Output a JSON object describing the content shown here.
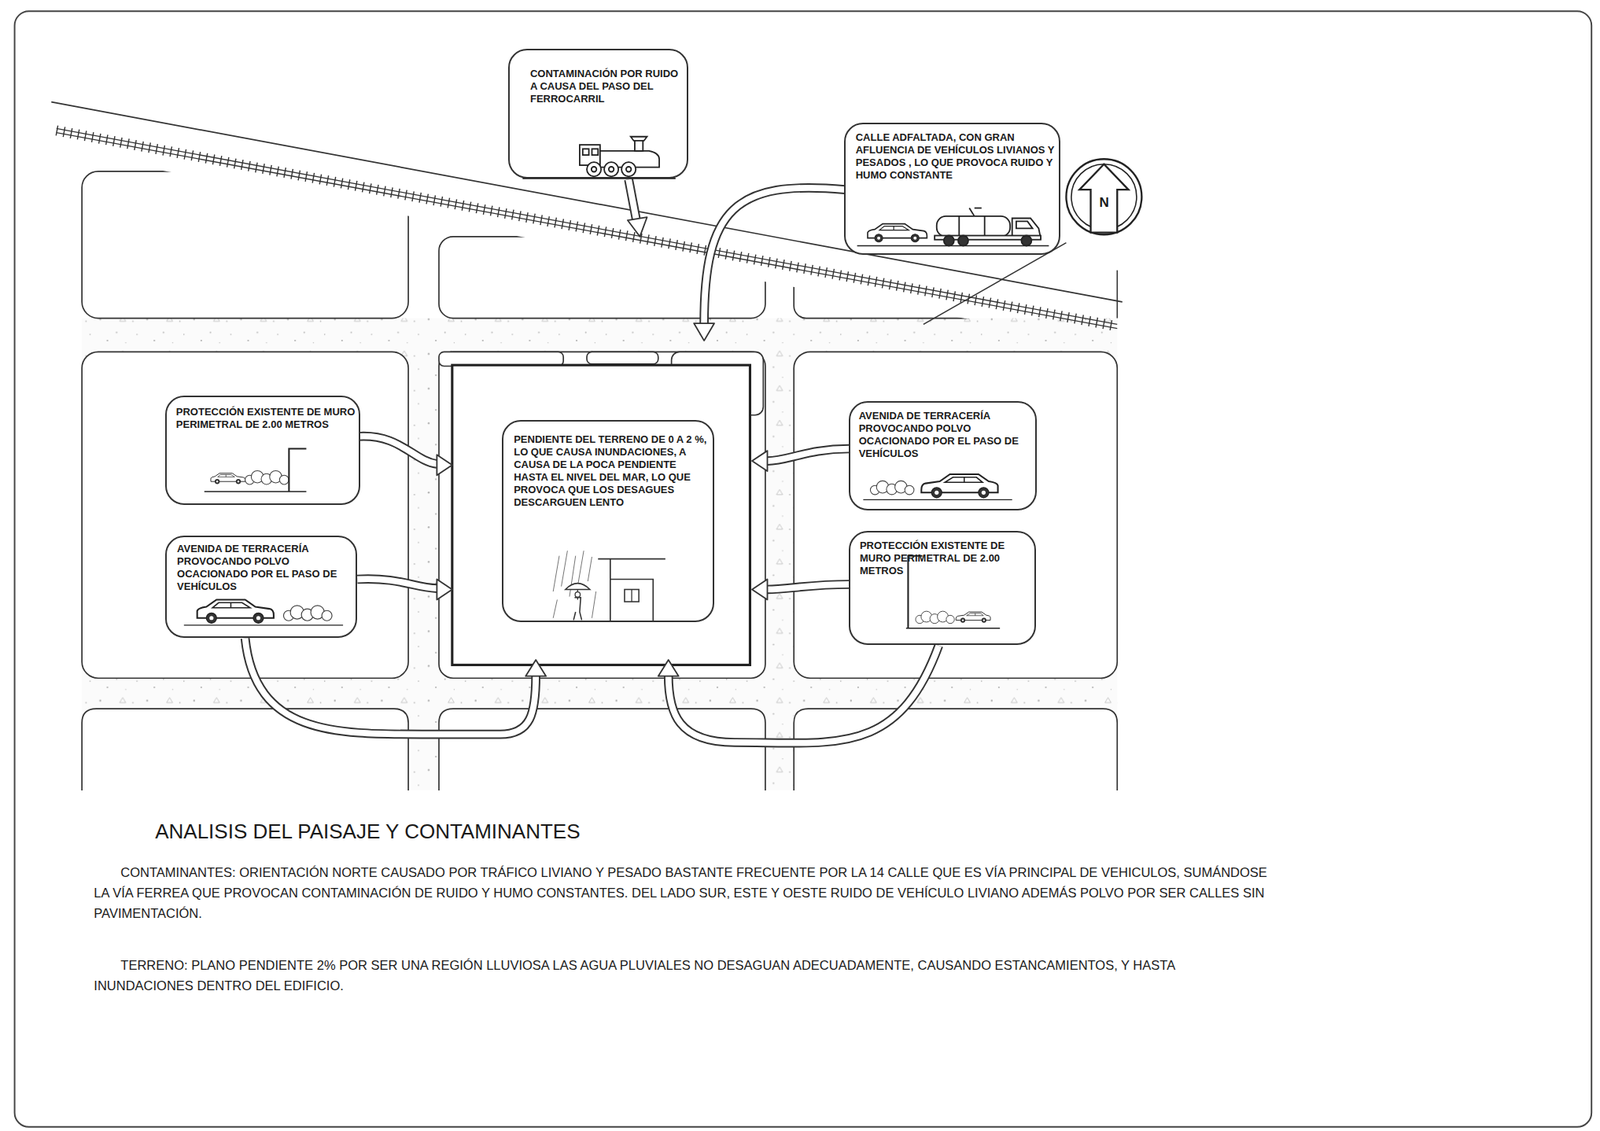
{
  "diagram": {
    "title": "ANALISIS DEL PAISAJE Y CONTAMINANTES",
    "nodes": [
      {
        "text": [
          "CONTAMINACIÓN POR RUIDO A CAUSA DEL PASO DEL FERROCARRIL"
        ]
      },
      {
        "text": [
          "CALLE ADFALTADA, CON GRAN AFLUENCIA DE VEHÍCULOS LIVIANOS Y PESADOS , LO QUE PROVOCA RUIDO Y HUMO CONSTANTE"
        ]
      },
      {
        "text": [
          "PROTECCIÓN EXISTENTE DE MURO PERIMETRAL DE 2.00 METROS"
        ]
      },
      {
        "text": [
          "PENDIENTE DEL TERRENO DE 0 A 2 %, LO QUE CAUSA INUNDACIONES, A CAUSA DE LA POCA PENDIENTE HASTA EL NIVEL DEL MAR, LO QUE PROVOCA QUE LOS DESAGUES DESCARGUEN LENTO"
        ]
      },
      {
        "text": [
          "AVENIDA DE TERRACERÍA PROVOCANDO POLVO OCACIONADO POR EL PASO DE VEHÍCULOS"
        ]
      },
      {
        "text": [
          "AVENIDA DE TERRACERÍA PROVOCANDO POLVO OCACIONADO POR EL PASO DE VEHÍCULOS"
        ]
      },
      {
        "text": [
          "PROTECCIÓN EXISTENTE DE MURO PERIMETRAL DE 2.00 METROS"
        ]
      },
      {
        "text": [
          "N"
        ]
      }
    ],
    "labels": [
      "CONTAMINANTES: ORIENTACIÓN NORTE CAUSADO POR TRÁFICO LIVIANO Y PESADO BASTANTE FRECUENTE POR LA 14 CALLE QUE ES VÍA PRINCIPAL DE VEHICULOS, SUMÁNDOSE LA VÍA FERREA QUE PROVOCAN CONTAMINACIÓN DE RUIDO Y HUMO CONSTANTES. DEL LADO SUR, ESTE Y OESTE RUIDO DE VEHÍCULO LIVIANO ADEMÁS POLVO POR SER CALLES SIN PAVIMENTACIÓN.",
      "TERRENO: PLANO PENDIENTE 2% POR SER UNA REGIÓN LLUVIOSA LAS AGUA PLUVIALES NO DESAGUAN ADECUADAMENTE, CAUSANDO ESTANCAMIENTOS, Y HASTA INUNDACIONES DENTRO DEL EDIFICIO."
    ]
  }
}
